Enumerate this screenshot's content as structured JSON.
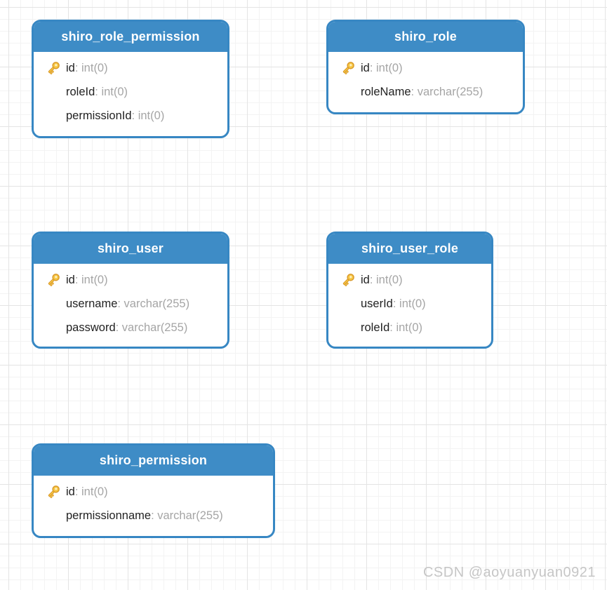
{
  "diagram": {
    "tables": [
      {
        "name": "shiro_role_permission",
        "columns": [
          {
            "name": "id",
            "suffix": ": int(0)",
            "pk": true
          },
          {
            "name": "roleId",
            "suffix": ": int(0)",
            "pk": false
          },
          {
            "name": "permissionId",
            "suffix": ": int(0)",
            "pk": false
          }
        ]
      },
      {
        "name": "shiro_role",
        "columns": [
          {
            "name": "id",
            "suffix": ": int(0)",
            "pk": true
          },
          {
            "name": "roleName",
            "suffix": ": varchar(255)",
            "pk": false
          }
        ]
      },
      {
        "name": "shiro_user",
        "columns": [
          {
            "name": "id",
            "suffix": ": int(0)",
            "pk": true
          },
          {
            "name": "username",
            "suffix": ": varchar(255)",
            "pk": false
          },
          {
            "name": "password",
            "suffix": ": varchar(255)",
            "pk": false
          }
        ]
      },
      {
        "name": "shiro_user_role",
        "columns": [
          {
            "name": "id",
            "suffix": ": int(0)",
            "pk": true
          },
          {
            "name": "userId",
            "suffix": ": int(0)",
            "pk": false
          },
          {
            "name": "roleId",
            "suffix": ": int(0)",
            "pk": false
          }
        ]
      },
      {
        "name": "shiro_permission",
        "columns": [
          {
            "name": "id",
            "suffix": ": int(0)",
            "pk": true
          },
          {
            "name": "permissionname",
            "suffix": ": varchar(255)",
            "pk": false
          }
        ]
      }
    ]
  },
  "watermark": "CSDN @aoyuanyuan0921",
  "colors": {
    "header_blue": "#3e8cc6",
    "border_blue": "#3787c3",
    "field_name": "#222222",
    "field_type": "#a5a5a5",
    "key_gold": "#f7c744",
    "key_outline": "#d9992a",
    "watermark_gray": "#c6c6c6"
  }
}
